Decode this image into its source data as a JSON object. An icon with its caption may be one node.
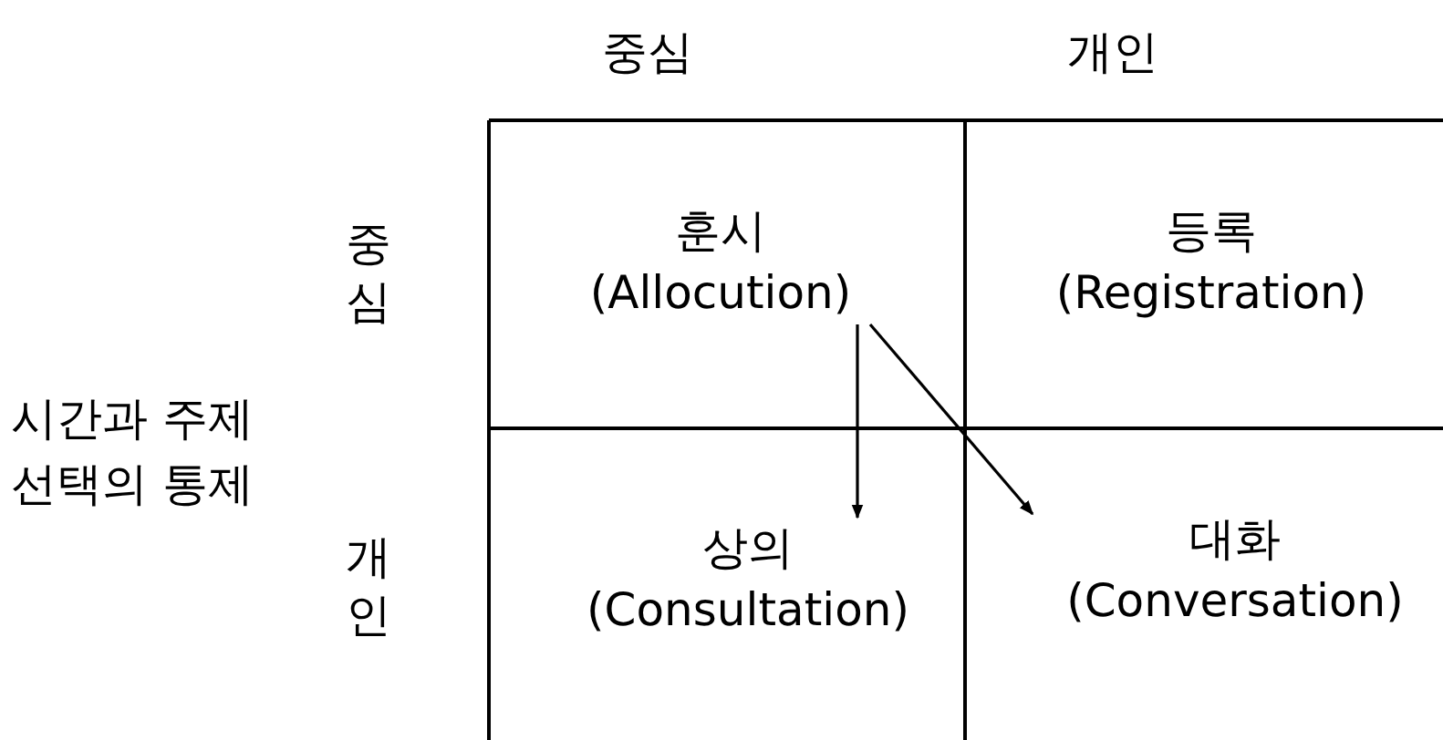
{
  "diagram": {
    "nodes": [
      {
        "text": [
          "훈시",
          "(Allocution)"
        ]
      },
      {
        "text": [
          "등록",
          "(Registration)"
        ]
      },
      {
        "text": [
          "상의",
          "(Consultation)"
        ]
      },
      {
        "text": [
          "대화",
          "(Conversation)"
        ]
      }
    ],
    "edges": [
      {
        "from": 0,
        "to": 2,
        "arrow": "to"
      },
      {
        "from": 0,
        "to": 3,
        "arrow": "to"
      }
    ],
    "labels": [
      "중심",
      "개인",
      "중심",
      "시간과 주제 선택의 통제",
      "개인"
    ]
  }
}
